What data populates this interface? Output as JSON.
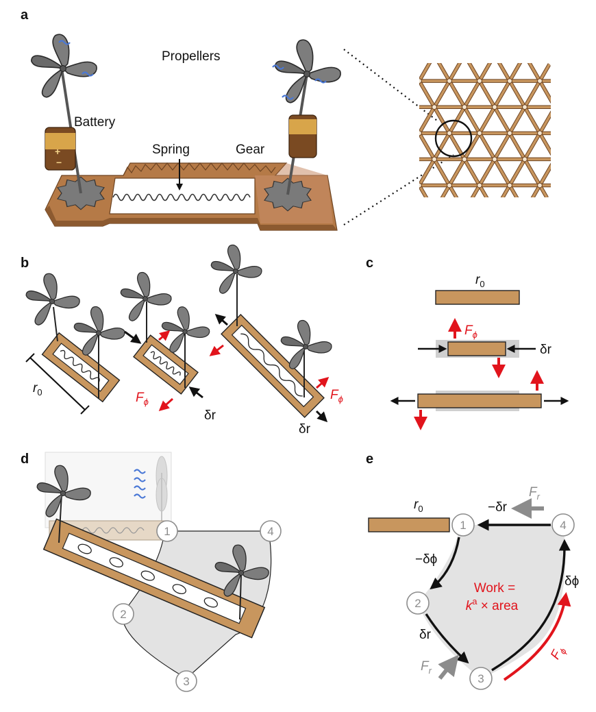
{
  "panels": {
    "a": {
      "label": "a",
      "propellers": "Propellers",
      "battery": "Battery",
      "spring": "Spring",
      "gear": "Gear"
    },
    "b": {
      "label": "b",
      "r": "r",
      "r_sub": "0",
      "F": "F",
      "F_sub": "ϕ",
      "dr": "δr"
    },
    "c": {
      "label": "c",
      "r": "r",
      "r_sub": "0",
      "F": "F",
      "F_sub": "ϕ",
      "dr": "δr"
    },
    "d": {
      "label": "d",
      "states": [
        "1",
        "2",
        "3",
        "4"
      ]
    },
    "e": {
      "label": "e",
      "r": "r",
      "r_sub": "0",
      "states": [
        "1",
        "2",
        "3",
        "4"
      ],
      "minus_dphi": "−δϕ",
      "dphi": "δϕ",
      "dr": "δr",
      "minus_dr": "−δr",
      "Fr": "F",
      "Fr_sub": "r",
      "Fphi": "F",
      "Fphi_sub": "ϕ",
      "work_line1": "Work =",
      "work_k": "k",
      "work_k_sup": "a",
      "work_rest": " × area"
    }
  },
  "colors": {
    "wood": "#c8965e",
    "wood_dark": "#9a6a3c",
    "propeller": "#7d7d7d",
    "propeller_dark": "#5a5a5a",
    "red": "#e1141c",
    "grey_arrow": "#8c8c8c",
    "region": "#e3e3e3",
    "wind": "#4a78d6"
  }
}
